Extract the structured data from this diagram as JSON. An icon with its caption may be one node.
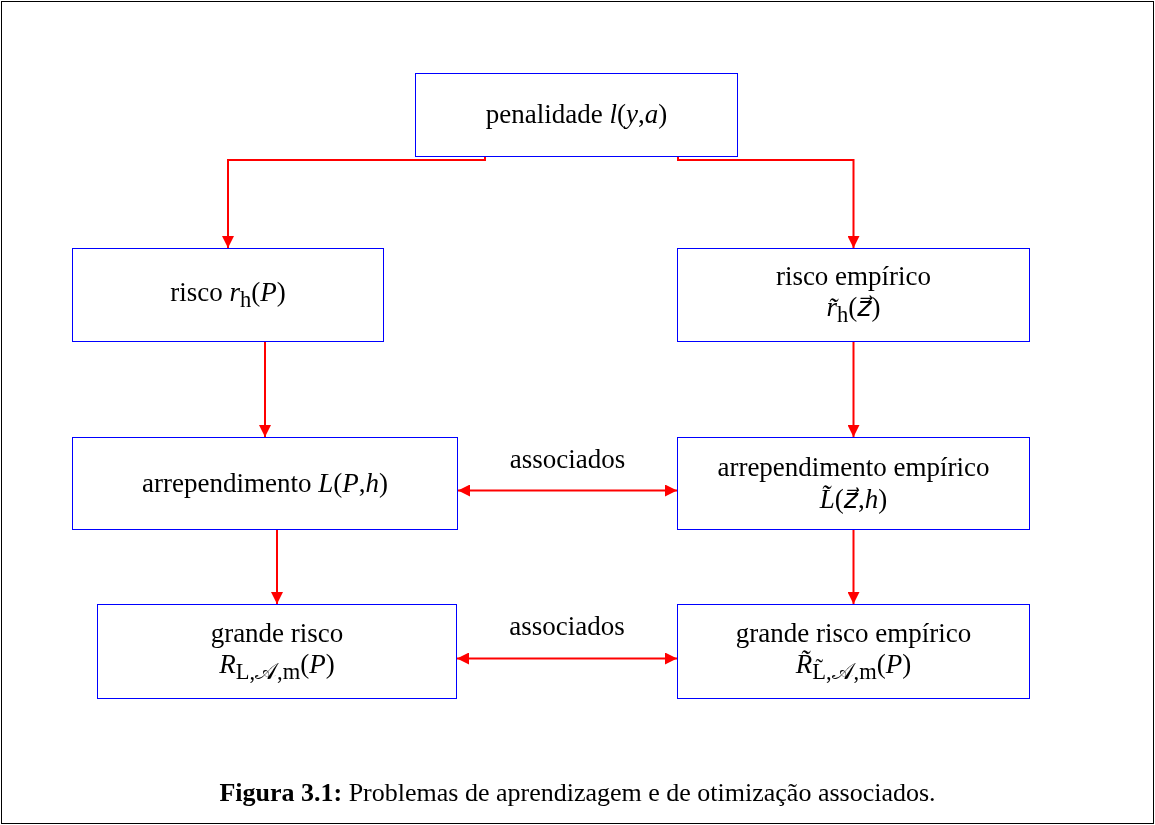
{
  "diagram": {
    "caption": "**Figura 3.1:** Problemas de aprendizagem e de otimização associados.",
    "nodes": [
      {
        "text": [
          "penalidade *l*(*y*,*a*)"
        ]
      },
      {
        "text": [
          "risco *r*$_{h}$(*P*)"
        ]
      },
      {
        "text": [
          "risco empírico",
          "*r̃*$_{h}$(*z⃗*)"
        ]
      },
      {
        "text": [
          "arrependimento *L*(*P*,*h*)"
        ]
      },
      {
        "text": [
          "arrependimento empírico",
          "*L̃*(*z⃗*,*h*)"
        ]
      },
      {
        "text": [
          "grande risco",
          "*R*$_{L,𝒜,m}$(*P*)"
        ]
      },
      {
        "text": [
          "grande risco empírico",
          "*R̃*$_{L̃,𝒜,m}$(*P*)"
        ]
      }
    ],
    "edges": [
      {
        "from": 0,
        "to": 1,
        "arrow": "to"
      },
      {
        "from": 0,
        "to": 2,
        "arrow": "to"
      },
      {
        "from": 1,
        "to": 3,
        "arrow": "to"
      },
      {
        "from": 2,
        "to": 4,
        "arrow": "to"
      },
      {
        "from": 3,
        "to": 5,
        "arrow": "to"
      },
      {
        "from": 4,
        "to": 6,
        "arrow": "to"
      },
      {
        "from": 3,
        "to": 4,
        "arrow": "both",
        "label": "associados"
      },
      {
        "from": 5,
        "to": 6,
        "arrow": "both",
        "label": "associados"
      }
    ]
  }
}
